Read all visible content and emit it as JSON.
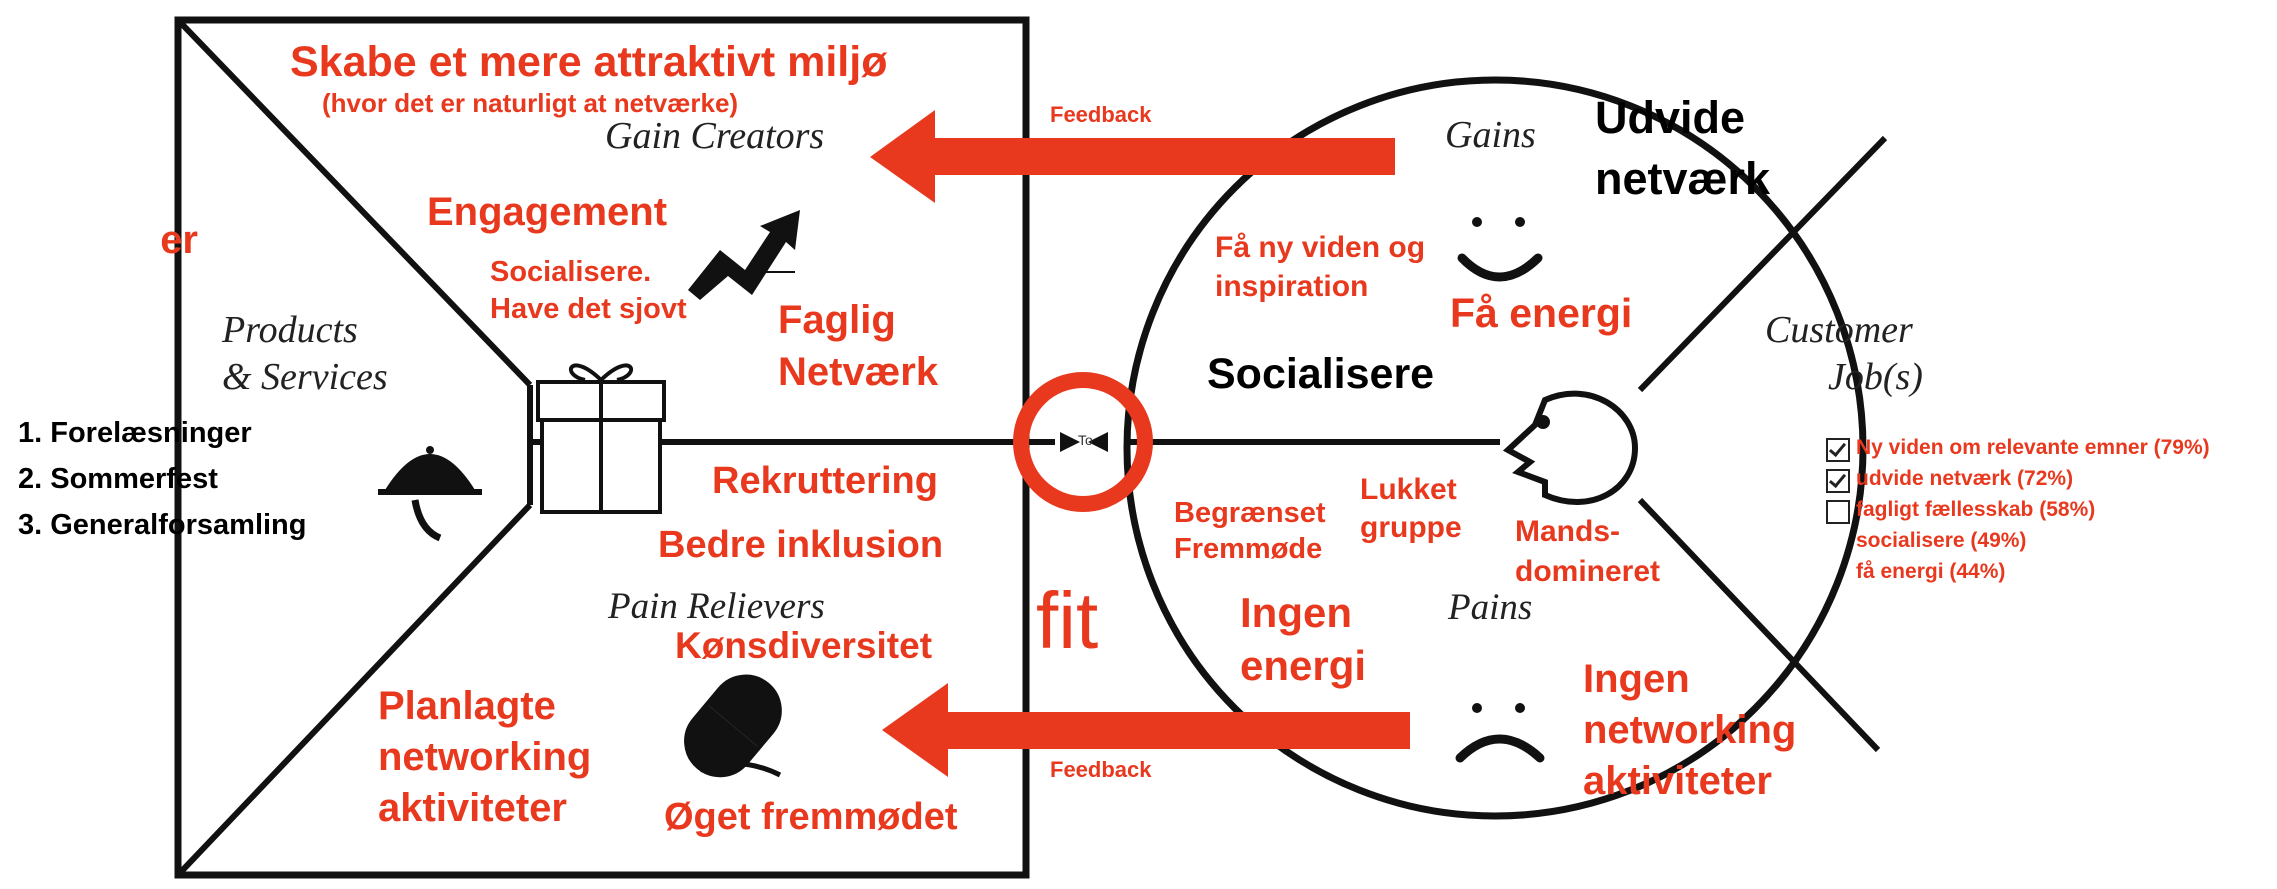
{
  "value_map": {
    "gain_creators": {
      "title": "Skabe et mere attraktivt miljø",
      "subtitle": "(hvor det er naturligt at netværke)",
      "label": "Gain Creators",
      "items": [
        "Engagement",
        "Socialisere.",
        "Have det sjovt",
        "Faglig",
        "Netværk"
      ]
    },
    "products_services": {
      "label_line1": "Products",
      "label_line2": "& Services",
      "items": [
        "1. Forelæsninger",
        "2. Sommerfest",
        "3. Generalforsamling"
      ],
      "cut_off_text": "er"
    },
    "pain_relievers": {
      "label": "Pain Relievers",
      "items": [
        "Rekruttering",
        "Bedre inklusion",
        "Kønsdiversitet",
        "Planlagte",
        "networking",
        "aktiviteter",
        "Øget fremmødet"
      ]
    }
  },
  "customer_profile": {
    "gains": {
      "label": "Gains",
      "items": [
        "Udvide",
        "netværk",
        "Få ny viden og",
        "inspiration",
        "Få energi",
        "Socialisere"
      ]
    },
    "customer_jobs": {
      "label_line1": "Customer",
      "label_line2": "Job(s)",
      "survey": [
        {
          "text": "Ny viden om relevante emner (79%)",
          "checked": true
        },
        {
          "text": "udvide netværk (72%)",
          "checked": true
        },
        {
          "text": "fagligt fællesskab (58%)",
          "checked": false
        },
        {
          "text": "socialisere (49%)",
          "checked": false
        },
        {
          "text": "få energi (44%)",
          "checked": false
        }
      ]
    },
    "pains": {
      "label": "Pains",
      "items": [
        "Begrænset",
        "Fremmøde",
        "Lukket",
        "gruppe",
        "Mands-",
        "domineret",
        "Ingen",
        "energi",
        "Ingen",
        "networking",
        "aktiviteter"
      ]
    }
  },
  "center": {
    "fit_label": "fit",
    "feedback_top": "Feedback",
    "feedback_bottom": "Feedback",
    "tiny_marker": "To"
  },
  "icons": [
    "gift-icon",
    "chart-arrow-icon",
    "cloche-icon",
    "pill-icon",
    "smile-icon",
    "frown-icon",
    "face-profile-icon",
    "target-ring-icon",
    "feedback-arrow-icon"
  ],
  "colors": {
    "accent": "#e8391f",
    "line": "#111111"
  }
}
